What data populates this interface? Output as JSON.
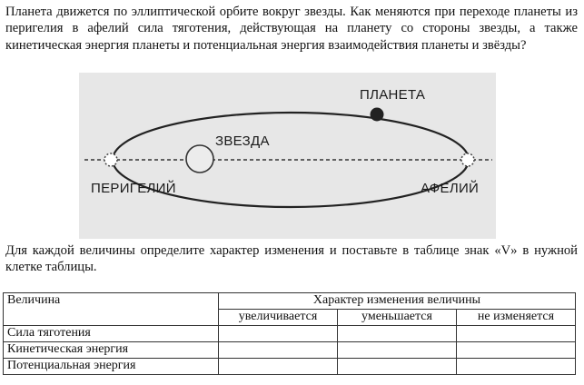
{
  "question": {
    "intro": "Планета движется по эллиптической орбите вокруг звезды. Как меняются при переходе планеты из перигелия в афелий сила тяготения, действующая на планету со стороны звезды, а также кинетическая энергия планеты и потенциальная энергия взаимодействия планеты и звёзды?",
    "task": "Для каждой величины определите характер изменения и поставьте в таблице знак «V» в нужной клетке таблицы."
  },
  "figure": {
    "planet_label": "ПЛАНЕТА",
    "star_label": "ЗВЕЗДА",
    "perihelion_label": "ПЕРИГЕЛИЙ",
    "aphelion_label": "АФЕЛИЙ"
  },
  "table": {
    "header_quantity": "Величина",
    "header_change": "Характер изменения величины",
    "options": [
      "увеличивается",
      "уменьшается",
      "не изменяется"
    ],
    "rows": [
      {
        "label": "Сила тяготения"
      },
      {
        "label": "Кинетическая энергия"
      },
      {
        "label": "Потенциальная энергия"
      }
    ]
  },
  "colors": {
    "figure_background": "#e7e7e7",
    "orbit_line": "#222222",
    "planet_fill": "#222222"
  }
}
